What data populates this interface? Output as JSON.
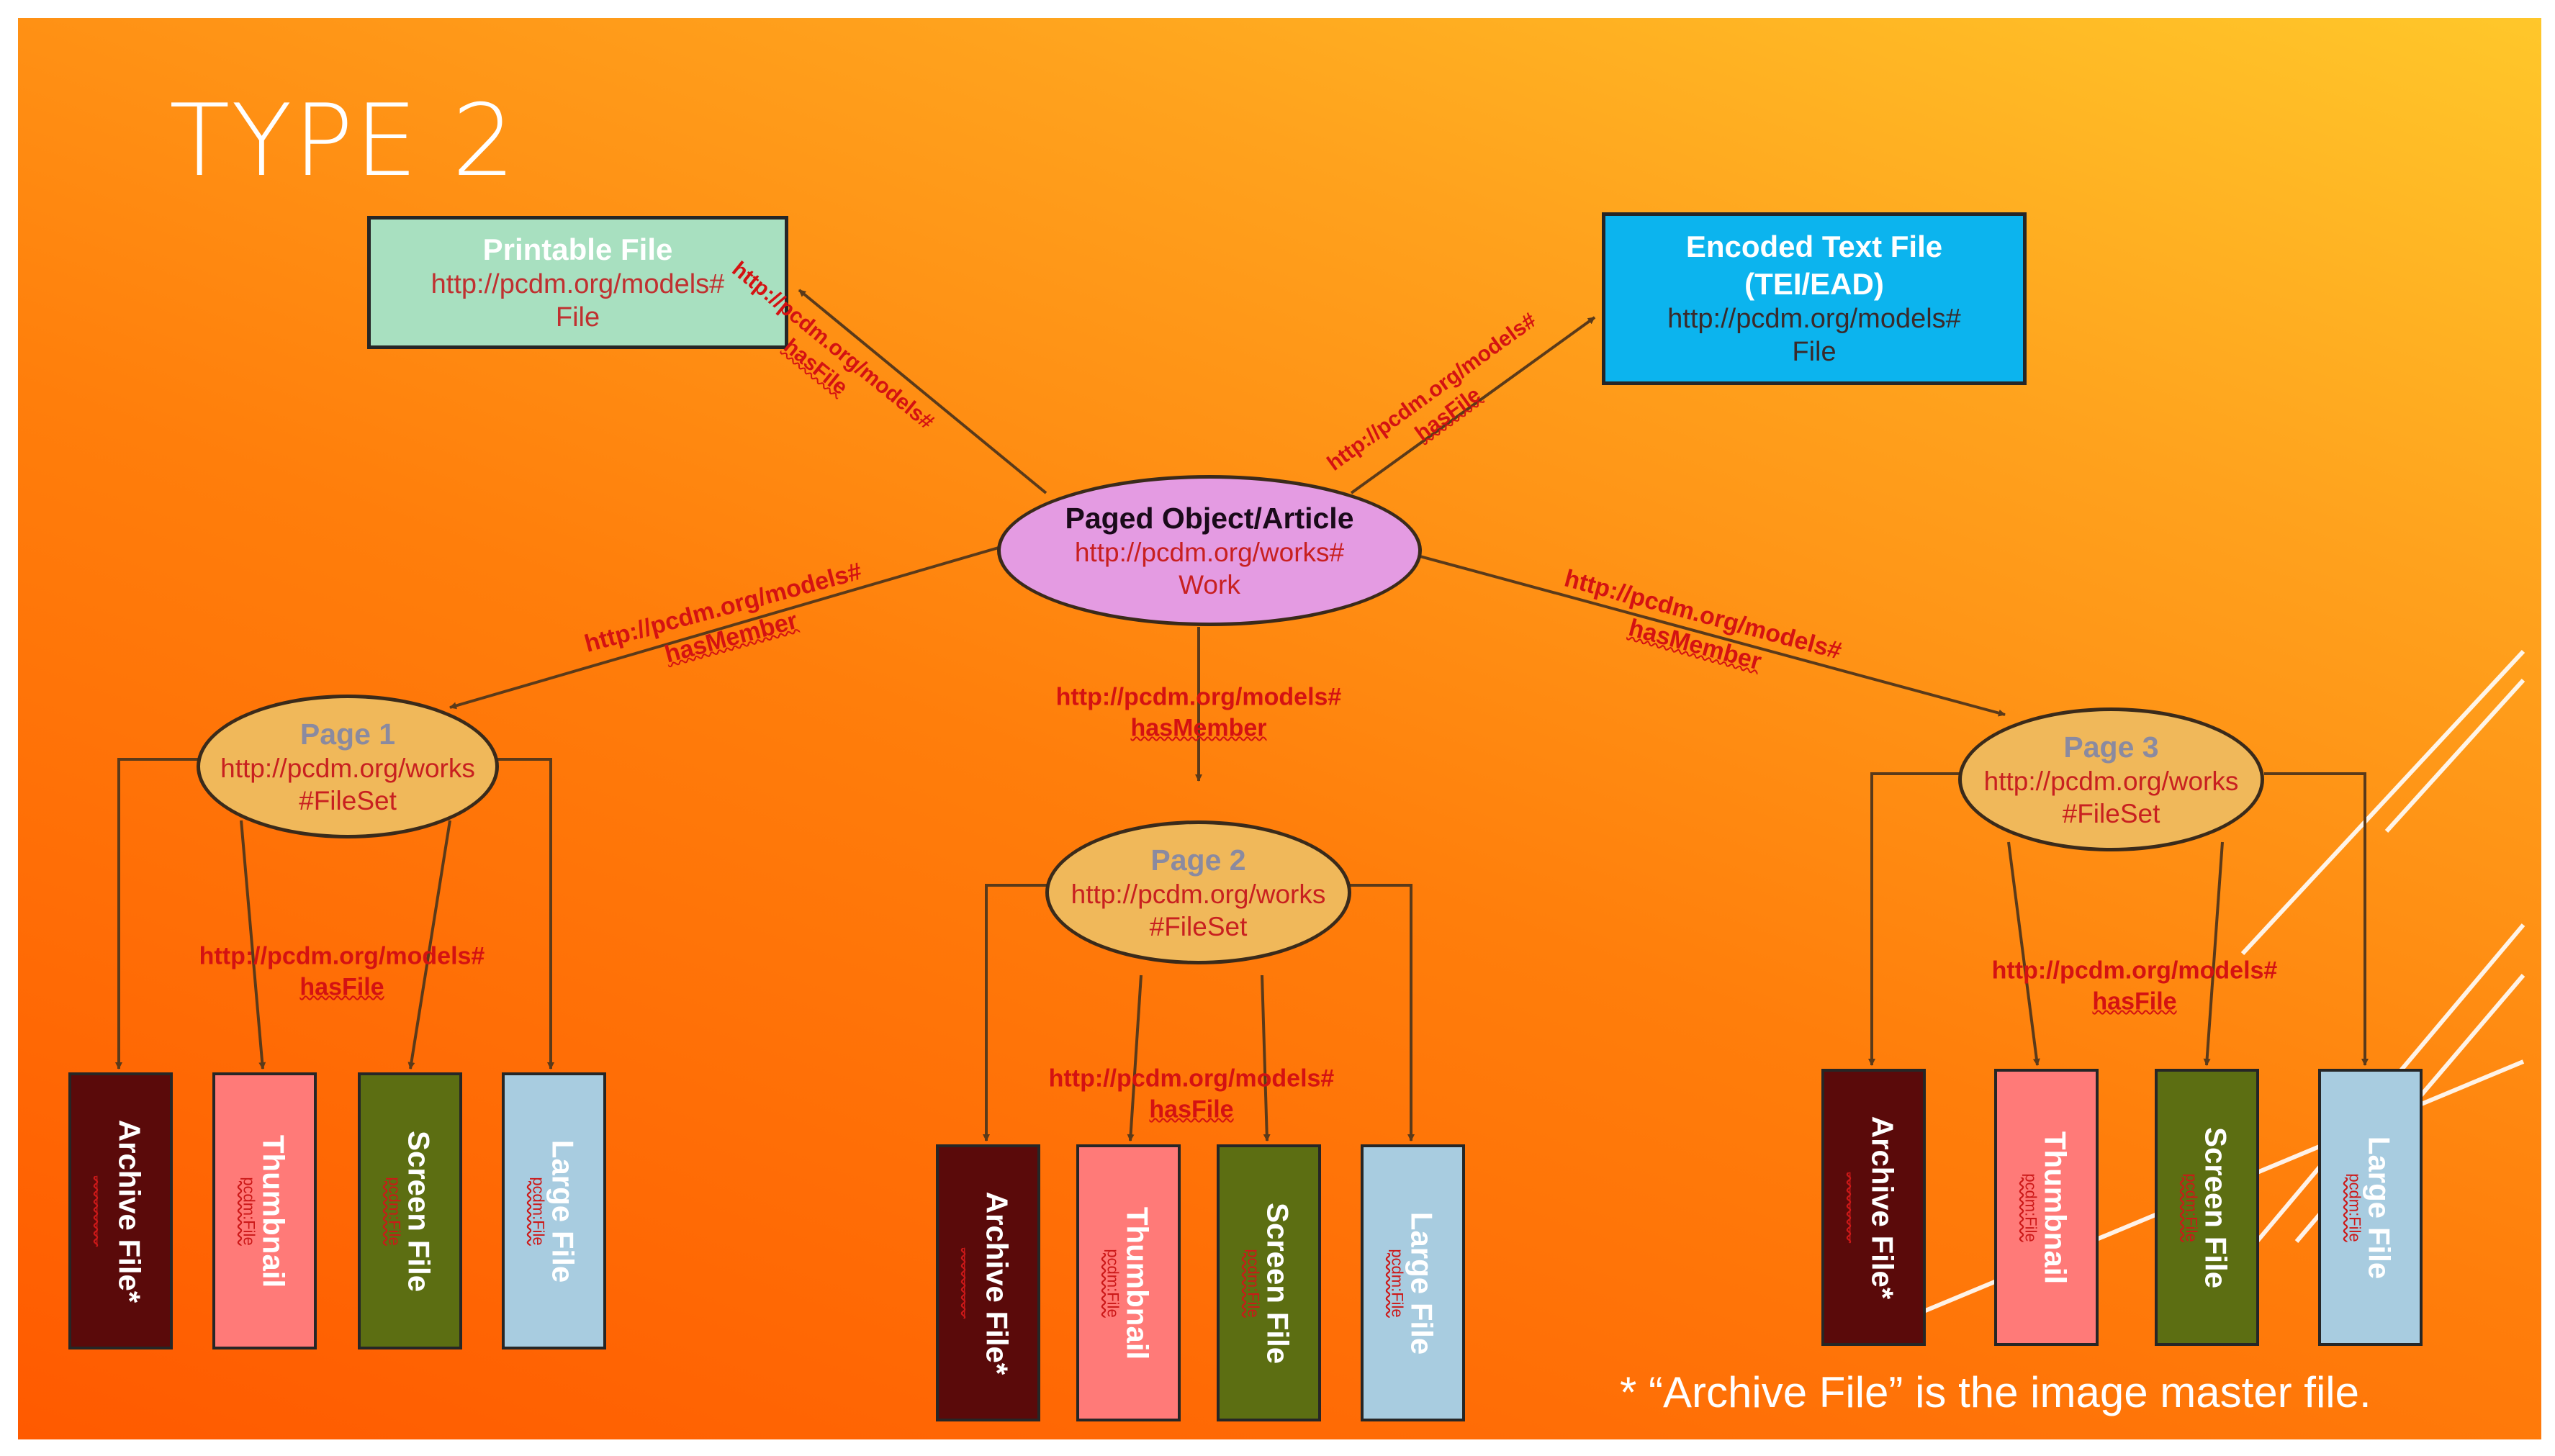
{
  "title": "TYPE 2",
  "footnote": "* “Archive File” is the image master file.",
  "colors": {
    "printable_fill": "#a8e0c0",
    "encoded_fill": "#0cb4ee",
    "work_fill": "#e49be2",
    "page_fill": "#f0b85a",
    "archive_fill": "#5a0a0a",
    "thumbnail_fill": "#ff7a78",
    "screen_fill": "#5c6e12",
    "large_fill": "#a8cce0",
    "relation_text": "#d41212",
    "arrow": "#5a3a1a"
  },
  "nodes": {
    "printable": {
      "title": "Printable File",
      "uri_1": "http://pcdm.org/models#",
      "uri_2": "File"
    },
    "encoded": {
      "title_1": "Encoded Text File",
      "title_2": "(TEI/EAD)",
      "uri_1": "http://pcdm.org/models#",
      "uri_2": "File"
    },
    "work": {
      "title": "Paged Object/Article",
      "uri_1": "http://pcdm.org/works#",
      "uri_2": "Work"
    },
    "pages": [
      {
        "title": "Page 1",
        "uri_1": "http://pcdm.org/works",
        "uri_2": "#FileSet"
      },
      {
        "title": "Page 2",
        "uri_1": "http://pcdm.org/works",
        "uri_2": "#FileSet"
      },
      {
        "title": "Page 3",
        "uri_1": "http://pcdm.org/works",
        "uri_2": "#FileSet"
      }
    ]
  },
  "relations": {
    "has_file_diag": {
      "line_1": "http://pcdm.org/models#",
      "line_2": "hasFile"
    },
    "has_member": {
      "line_1": "http://pcdm.org/models#",
      "line_2": "hasMember"
    },
    "has_file": {
      "line_1": "http://pcdm.org/models#",
      "line_2": "hasFile"
    }
  },
  "files": [
    {
      "label": "Archive File*",
      "sub": "________"
    },
    {
      "label": "Thumbnail",
      "sub": "pcdm:File"
    },
    {
      "label": "Screen File",
      "sub": "pcdm:File"
    },
    {
      "label": "Large File",
      "sub": "pcdm:File"
    }
  ]
}
